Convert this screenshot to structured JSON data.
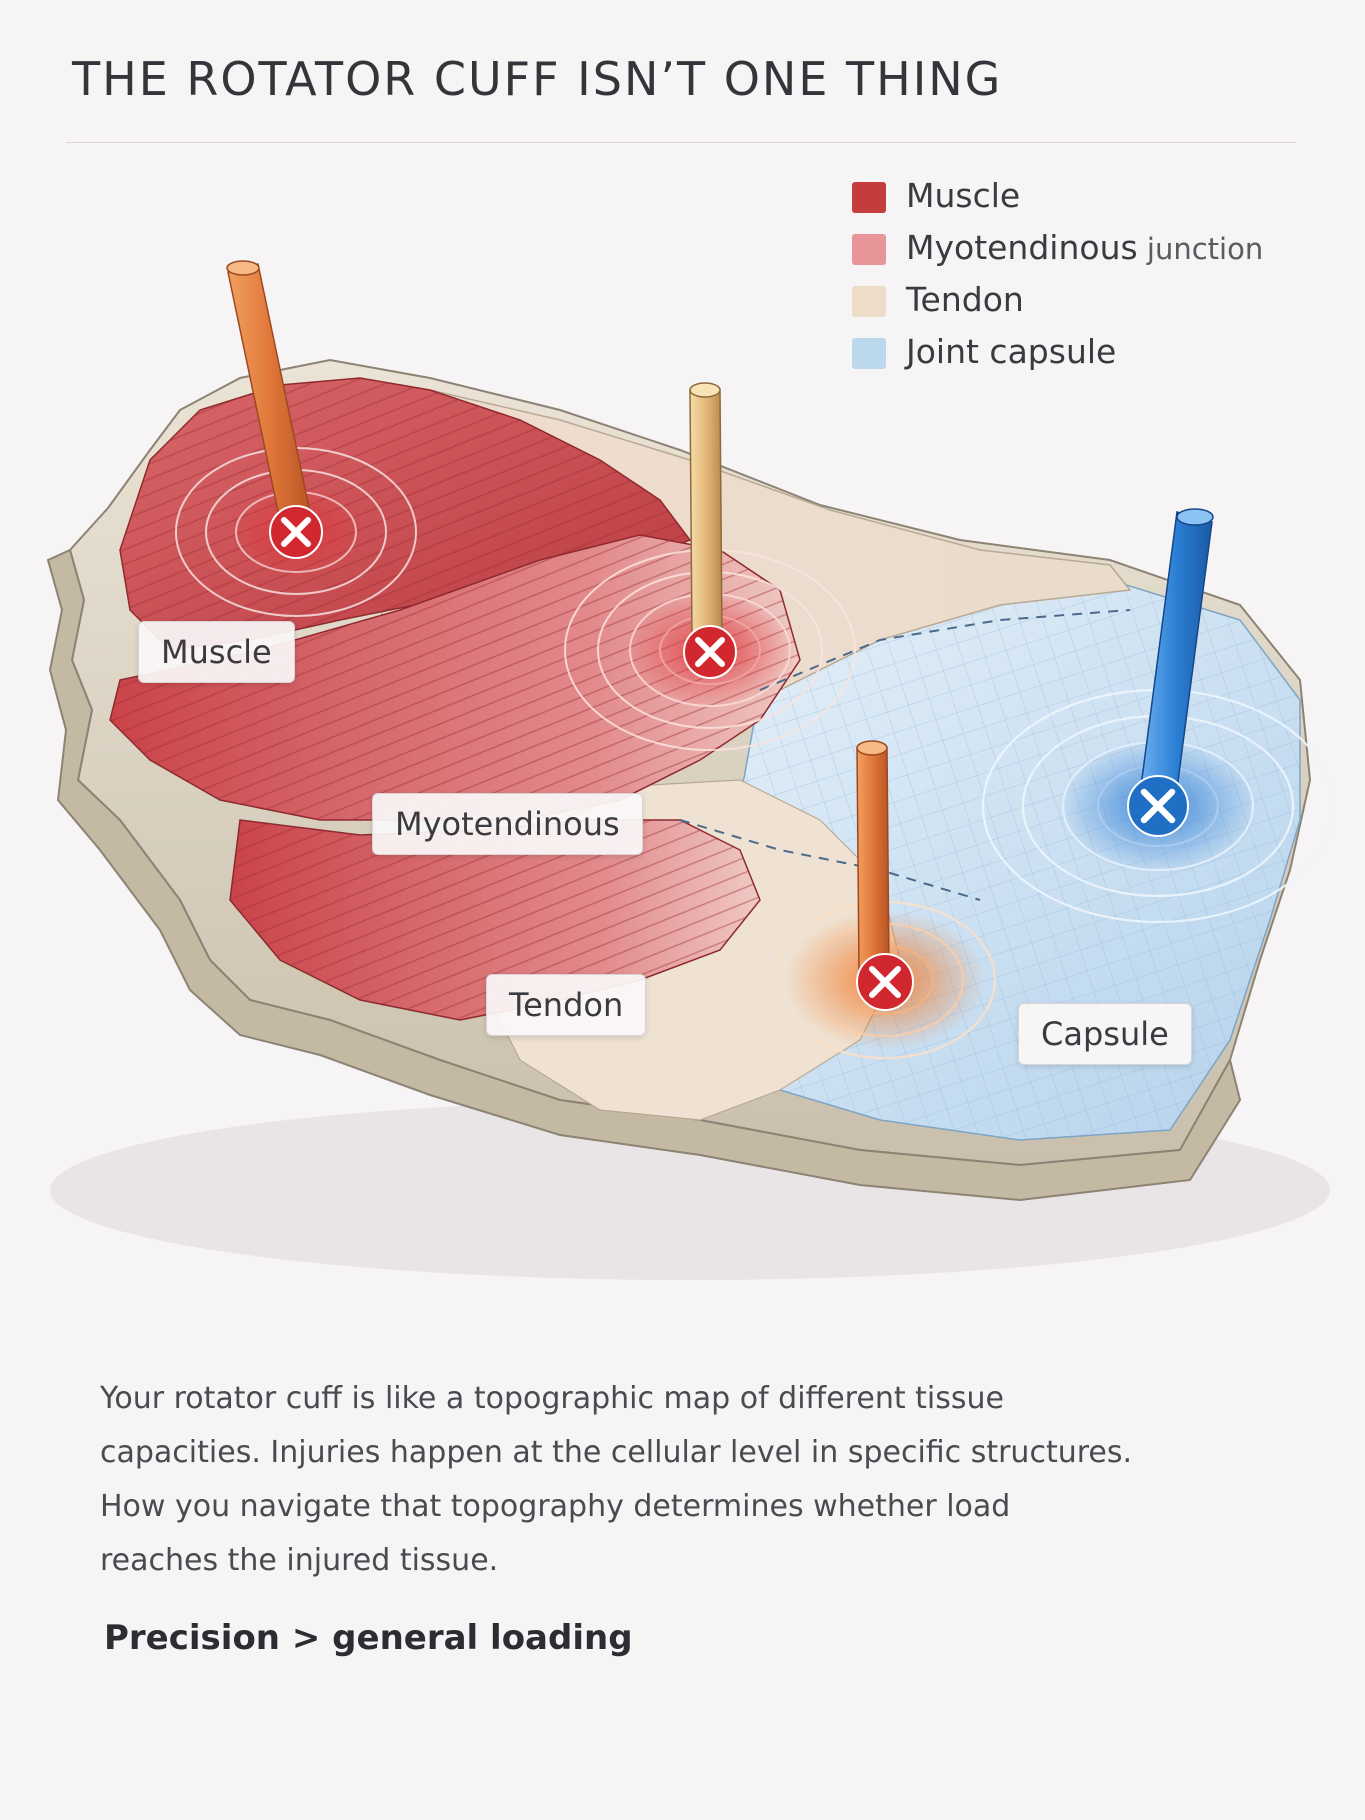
{
  "title": "THE ROTATOR CUFF ISN’T ONE THING",
  "legend": [
    {
      "label": "Muscle",
      "suffix": "",
      "color": "#c43c3c"
    },
    {
      "label": "Myotendinous",
      "suffix": " junction",
      "color": "#e8959a"
    },
    {
      "label": "Tendon",
      "suffix": "",
      "color": "#ecdcc8"
    },
    {
      "label": "Joint capsule",
      "suffix": "",
      "color": "#bcd8ec"
    }
  ],
  "callouts": {
    "muscle": "Muscle",
    "myotendinous": "Myotendinous",
    "tendon": "Tendon",
    "capsule": "Capsule"
  },
  "colors": {
    "muscle": "#c64b4f",
    "tendon": "#e6d8c3",
    "capsule": "#c3dcee",
    "bone": "#ddd4c3",
    "injury_marker": "#d1282f",
    "pin_orange": "#e07a3a",
    "pin_tan": "#e8c48a",
    "pin_blue": "#2b7fd4"
  },
  "markers": [
    {
      "icon": "x-icon",
      "tissue": "muscle"
    },
    {
      "icon": "x-icon",
      "tissue": "myotendinous"
    },
    {
      "icon": "x-icon",
      "tissue": "tendon"
    },
    {
      "icon": "x-icon",
      "tissue": "capsule"
    }
  ],
  "body": {
    "lines": [
      "Your rotator cuff is like a topographic map of different tissue",
      "capacities. Injuries happen at the cellular level in specific structures.",
      "How you navigate that topography determines whether load",
      "reaches the injured tissue."
    ]
  },
  "tagline": "Precision > general loading"
}
